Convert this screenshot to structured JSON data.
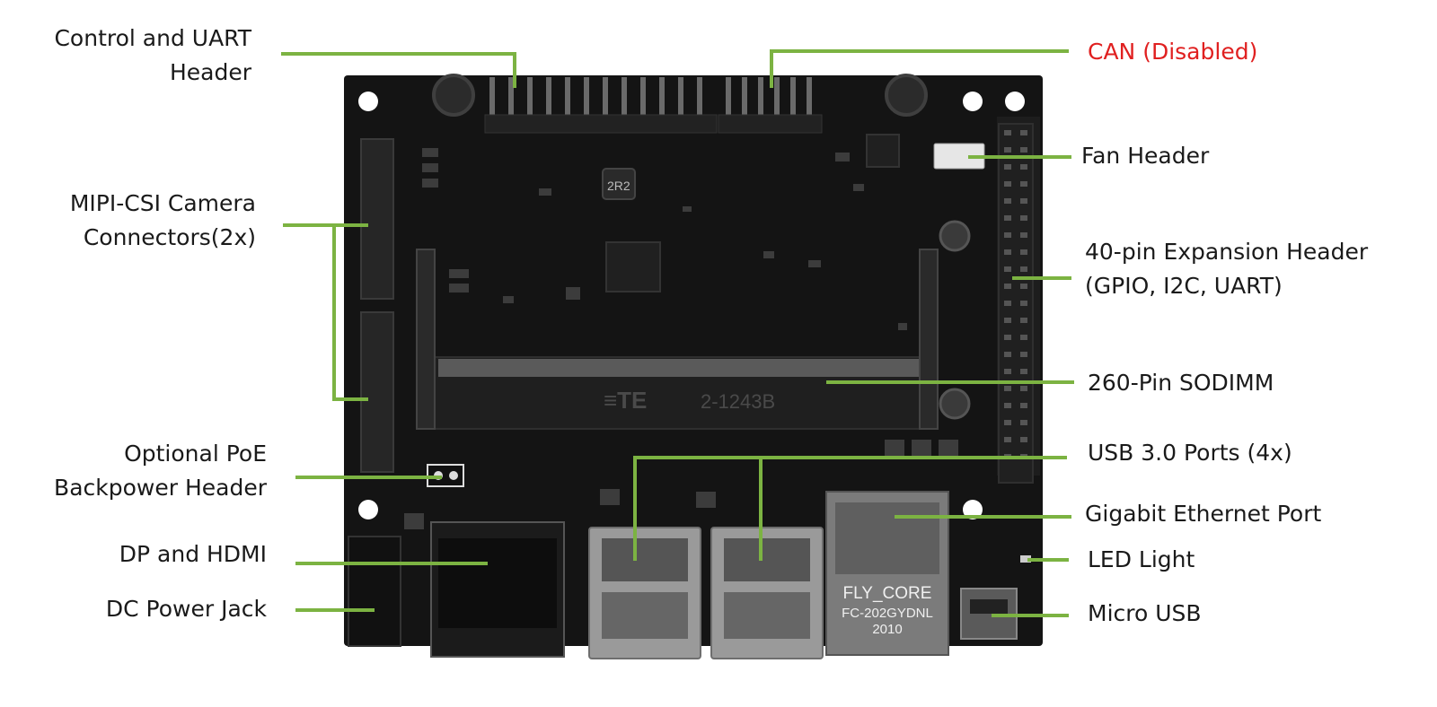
{
  "colors": {
    "leader_line": "#7cb342",
    "board": "#141414",
    "label_text": "#1a1a1a",
    "disabled_text": "#e02020"
  },
  "labels": {
    "control_uart": {
      "line1": "Control and UART",
      "line2": "Header"
    },
    "mipi_csi": {
      "line1": "MIPI-CSI Camera",
      "line2": "Connectors(2x)"
    },
    "poe": {
      "line1": "Optional PoE",
      "line2": "Backpower Header"
    },
    "dp_hdmi": "DP and HDMI",
    "dc_jack": "DC Power Jack",
    "can": "CAN (Disabled)",
    "fan": "Fan Header",
    "expansion": {
      "line1": "40-pin Expansion Header",
      "line2": "(GPIO, I2C, UART)"
    },
    "sodimm": "260-Pin SODIMM",
    "usb3": "USB 3.0 Ports (4x)",
    "ethernet": "Gigabit Ethernet Port",
    "led": "LED Light",
    "micro_usb": "Micro USB"
  },
  "board_markings": {
    "ethernet_jack": {
      "line1": "FLY_CORE",
      "line2": "FC-202GYDNL",
      "line3": "2010"
    },
    "sodimm_logo": "≡TE",
    "sodimm_part": "2-1243B",
    "inductor": "2R2"
  }
}
